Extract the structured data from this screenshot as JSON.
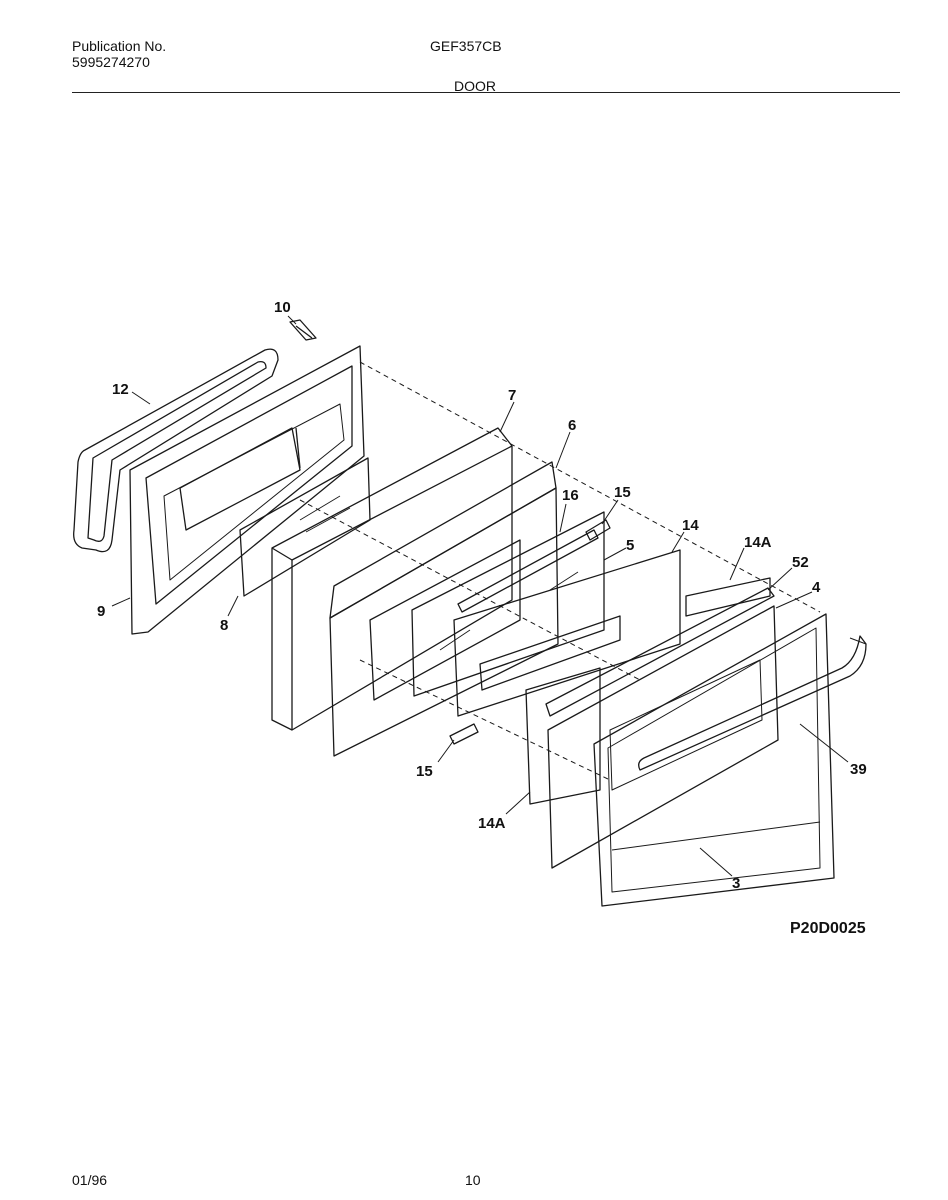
{
  "header": {
    "publication_label": "Publication No.",
    "publication_number": "5995274270",
    "model": "GEF357CB",
    "section": "DOOR"
  },
  "diagram": {
    "drawing_code": "P20D0025",
    "callouts": [
      {
        "id": "c10",
        "label": "10"
      },
      {
        "id": "c12",
        "label": "12"
      },
      {
        "id": "c9",
        "label": "9"
      },
      {
        "id": "c8",
        "label": "8"
      },
      {
        "id": "c7",
        "label": "7"
      },
      {
        "id": "c6",
        "label": "6"
      },
      {
        "id": "c16",
        "label": "16"
      },
      {
        "id": "c15a",
        "label": "15"
      },
      {
        "id": "c5",
        "label": "5"
      },
      {
        "id": "c14",
        "label": "14"
      },
      {
        "id": "c14Aa",
        "label": "14A"
      },
      {
        "id": "c52",
        "label": "52"
      },
      {
        "id": "c4",
        "label": "4"
      },
      {
        "id": "c39",
        "label": "39"
      },
      {
        "id": "c15b",
        "label": "15"
      },
      {
        "id": "c14Ab",
        "label": "14A"
      },
      {
        "id": "c3",
        "label": "3"
      }
    ]
  },
  "footer": {
    "date": "01/96",
    "page": "10"
  }
}
